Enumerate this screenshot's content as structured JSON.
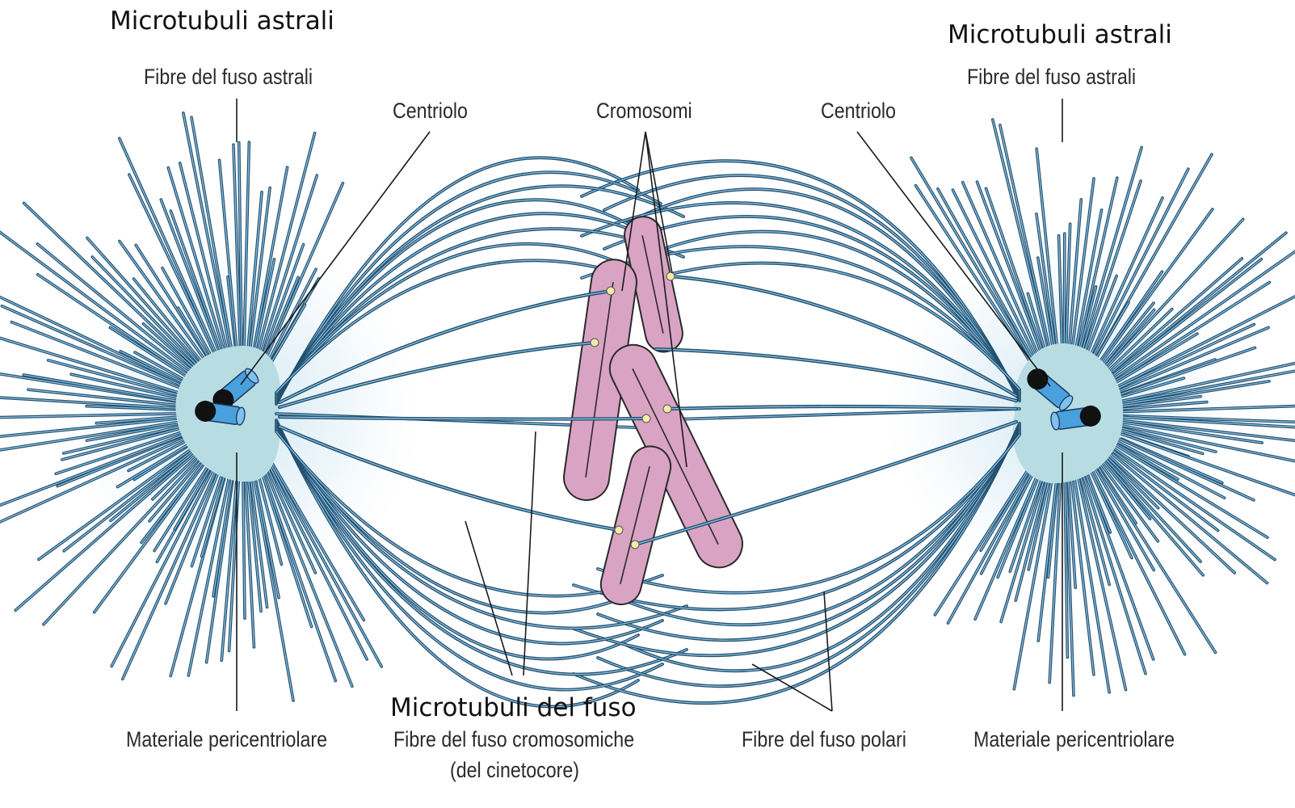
{
  "labels": {
    "astral_title_left": "Microtubuli astrali",
    "astral_title_right": "Microtubuli astrali",
    "astral_fibers_left": "Fibre del fuso astrali",
    "astral_fibers_right": "Fibre del fuso astrali",
    "centriole_left": "Centriolo",
    "centriole_right": "Centriolo",
    "chromosomes": "Cromosomi",
    "spindle_title": "Microtubuli del fuso",
    "pericentriolar_left": "Materiale pericentriolare",
    "pericentriolar_right": "Materiale pericentriolare",
    "kinetochore_fibers_line1": "Fibre del fuso cromosomiche",
    "kinetochore_fibers_line2": "(del cinetocore)",
    "polar_fibers": "Fibre del fuso polari"
  },
  "colors": {
    "microtubule": "#3a78a8",
    "microtubule_dark": "#23506f",
    "microtubule_light": "#8fc3e4",
    "pericentriolar": "#b7dde3",
    "centriole": "#4aa0dc",
    "chromosome": "#d9a3c4",
    "kinetochore": "#f5eba8",
    "leader_line": "#1a1a1a"
  }
}
